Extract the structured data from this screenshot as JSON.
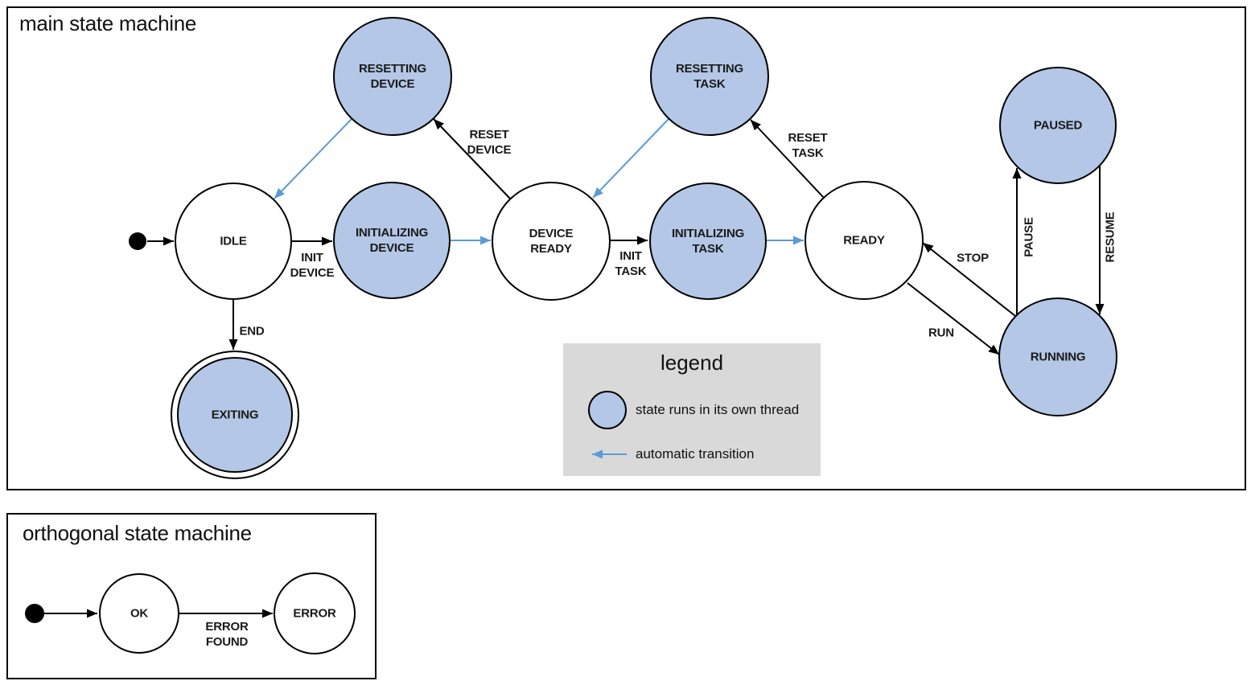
{
  "colors": {
    "thread_fill": "#b4c7e7",
    "auto_arrow": "#5b9bd5",
    "legend_bg": "#d9d9d9",
    "line": "#000000"
  },
  "main": {
    "title": "main state machine",
    "states": {
      "idle": "IDLE",
      "resetting_device": "RESETTING\nDEVICE",
      "initializing_device": "INITIALIZING\nDEVICE",
      "device_ready": "DEVICE\nREADY",
      "resetting_task": "RESETTING\nTASK",
      "initializing_task": "INITIALIZING\nTASK",
      "ready": "READY",
      "paused": "PAUSED",
      "running": "RUNNING",
      "exiting": "EXITING"
    },
    "transitions": {
      "init_device": "INIT\nDEVICE",
      "end": "END",
      "reset_device": "RESET\nDEVICE",
      "init_task": "INIT\nTASK",
      "reset_task": "RESET\nTASK",
      "stop": "STOP",
      "run": "RUN",
      "pause": "PAUSE",
      "resume": "RESUME"
    }
  },
  "legend": {
    "title": "legend",
    "thread_item": "state runs in its own thread",
    "auto_item": "automatic transition"
  },
  "orthogonal": {
    "title": "orthogonal state machine",
    "states": {
      "ok": "OK",
      "error": "ERROR"
    },
    "transitions": {
      "error_found": "ERROR\nFOUND"
    }
  }
}
